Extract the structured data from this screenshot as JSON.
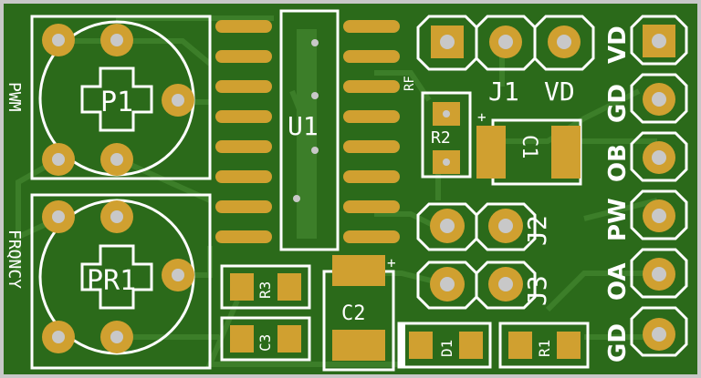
{
  "board": {
    "colors": {
      "mask": "#2b6a1a",
      "trace": "#3c7e29",
      "pad": "#d0a030",
      "silk": "#ffffff",
      "edge": "#c8c8c8"
    }
  },
  "labels": {
    "p1": "P1",
    "pr1": "PR1",
    "pwm": "PWM",
    "frqncy": "FRQNCY",
    "u1": "U1",
    "r2": "R2",
    "c1": "C1",
    "c1_plus": "+",
    "c2": "C2",
    "c2_plus": "+",
    "r3": "R3",
    "c3": "C3",
    "d1": "D1",
    "r1": "R1",
    "rf": "RF",
    "j1": "J1",
    "j1_vd": "VD",
    "j2": "J2",
    "j3": "J3",
    "header_pins": [
      "VD",
      "GD",
      "OB",
      "PW",
      "OA",
      "GD"
    ]
  }
}
